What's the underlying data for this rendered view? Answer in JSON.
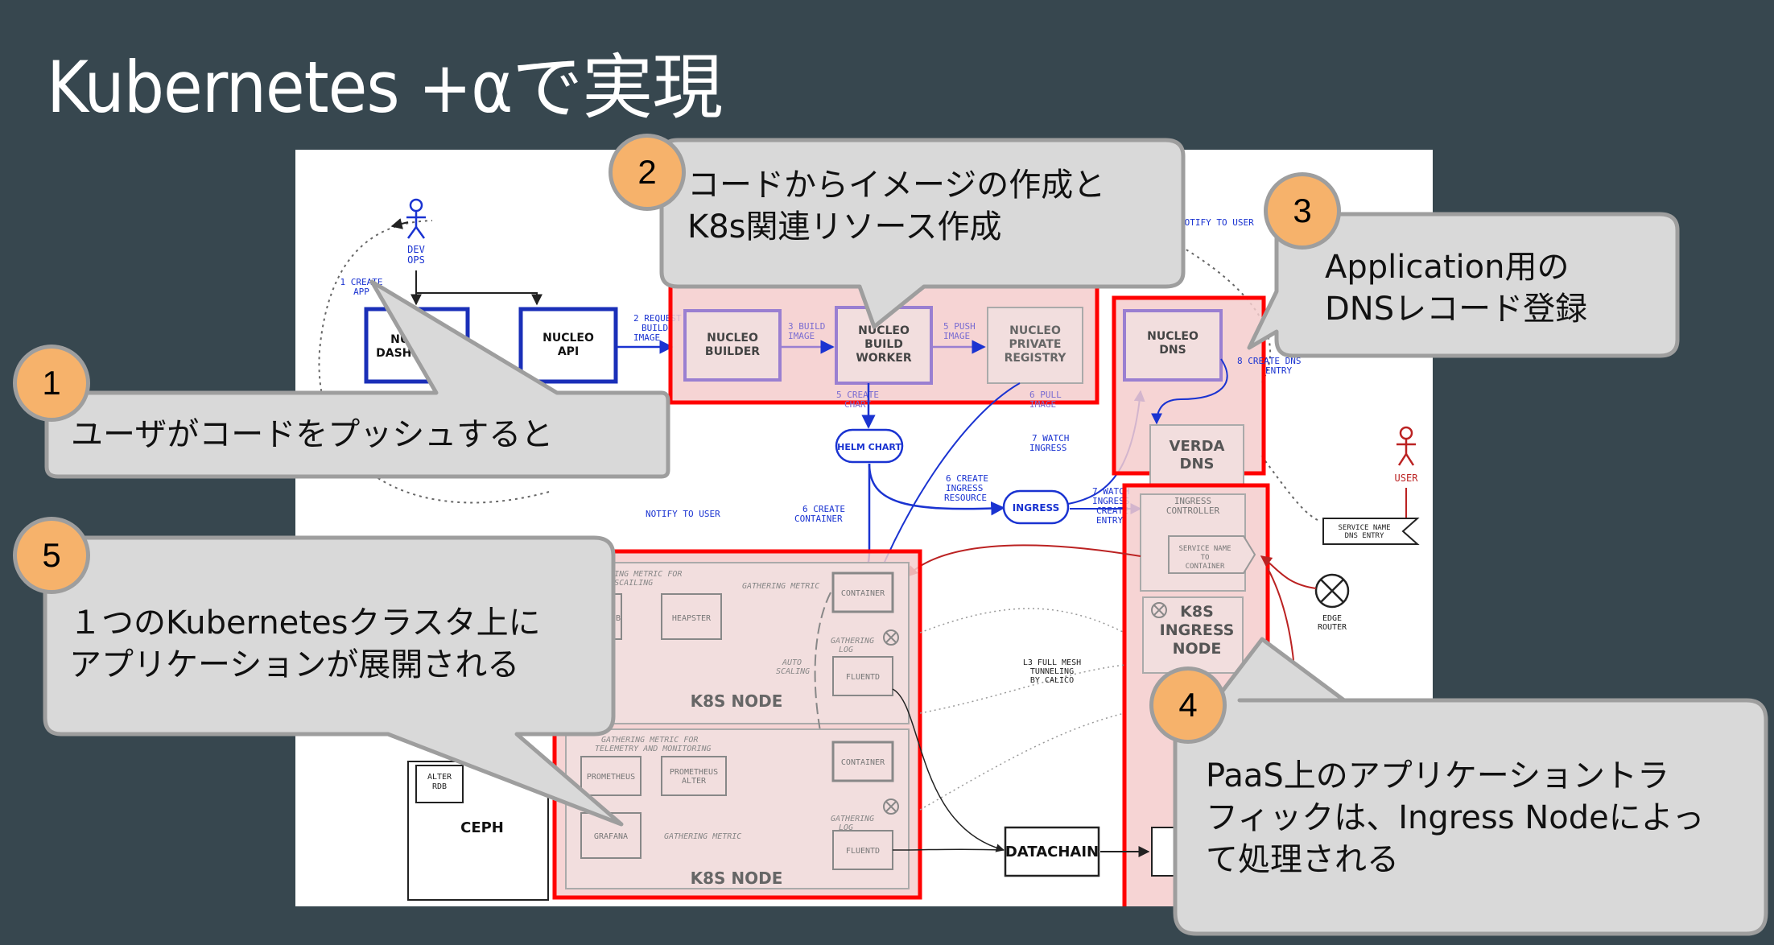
{
  "title": "Kubernetes +αで実現",
  "diagram": {
    "nodes": {
      "devops": "DEV\nOPS",
      "nucleo_dashboard": "NUCLEO\nDASHBOARD",
      "nucleo_api": "NUCLEO\nAPI",
      "nucleo_builder": "NUCLEO\nBUILDER",
      "nucleo_build_worker": "NUCLEO\nBUILD\nWORKER",
      "nucleo_private_registry": "NUCLEO\nPRIVATE\nREGISTRY",
      "nucleo_dns": "NUCLEO\nDNS",
      "verda_dns": "VERDA\nDNS",
      "helm_chart": "HELM CHART",
      "ingress": "INGRESS",
      "ingress_controller": "INGRESS\nCONTROLLER",
      "service_name_to_container": "SERVICE NAME\nTO\nCONTAINER",
      "k8s_ingress_node": "K8S\nINGRESS\nNODE",
      "user": "USER",
      "service_name_dns_entry": "SERVICE NAME\nDNS ENTRY",
      "edge_router": "EDGE\nROUTER",
      "container_1": "CONTAINER",
      "container_2": "CONTAINER",
      "fluentd_1": "FLUENTD",
      "fluentd_2": "FLUENTD",
      "influxdb": "INFLUXDB",
      "heapster": "HEAPSTER",
      "prometheus": "PROMETHEUS",
      "prometheus_alter": "PROMETHEUS\nALTER",
      "grafana": "GRAFANA",
      "k8s_node_1": "K8S NODE",
      "k8s_node_2": "K8S NODE",
      "alter_rdb": "ALTER\nRDB",
      "ceph": "CEPH",
      "datachain": "DATACHAIN"
    },
    "edge_labels": {
      "create_app": "1 CREATE\nAPP",
      "request_build_image": "2 REQUEST\nBUILD\nIMAGE",
      "build_image": "3 BUILD\nIMAGE",
      "push_image": "5 PUSH\nIMAGE",
      "create_chart": "5 CREATE\nCHART",
      "pull_image": "6 PULL\nIMAGE",
      "watch_ingress": "7 WATCH\nINGRESS",
      "create_dns_entry": "8 CREATE DNS\nENTRY",
      "create_ingress_resource": "6 CREATE\nINGRESS\nRESOURCE",
      "create_container": "6 CREATE\nCONTAINER",
      "notify_to_user": "NOTIFY TO USER",
      "notify_to_user_top": "NOTIFY TO USER",
      "watch_ingress_create_entry": "7 WATCH\nINGRESS\nCREATE\nENTRY",
      "gathering_metric_autoscaling": "GATHERING METRIC FOR\nAUTOSCAILING",
      "gathering_metric_1": "GATHERING METRIC",
      "gathering_metric_telemetry": "GATHERING METRIC FOR\nTELEMETRY AND MONITORING",
      "gathering_metric_2": "GATHERING METRIC",
      "gathering_log_1": "GATHERING\nLOG",
      "gathering_log_2": "GATHERING\nLOG",
      "auto_scaling": "AUTO\nSCALING",
      "l3_mesh": "L3 FULL MESH\nTUNNELING\nBY CALICO"
    }
  },
  "callouts": [
    {
      "number": "1",
      "text": "ユーザがコードをプッシュすると"
    },
    {
      "number": "2",
      "text": "コードからイメージの作成と\nK8s関連リソース作成"
    },
    {
      "number": "3",
      "text": "Application用の\nDNSレコード登録"
    },
    {
      "number": "4",
      "text": "PaaS上のアプリケーショントラ\nフィックは、Ingress Nodeによっ\nて処理される"
    },
    {
      "number": "5",
      "text": "１つのKubernetesクラスタ上に\nアプリケーションが展開される"
    }
  ],
  "colors": {
    "background": "#37474f",
    "callout_fill": "#d9d9d9",
    "callout_border": "#9e9e9e",
    "badge": "#f6b26b",
    "highlight": "#ff0000",
    "highlight_fill": "#f4cccc"
  }
}
